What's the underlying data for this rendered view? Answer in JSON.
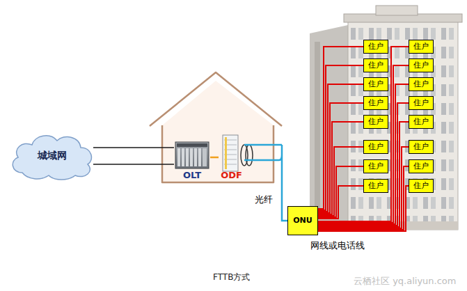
{
  "diagram": {
    "caption": "FTTB方式",
    "nodes": [
      {
        "text": [
          "城域网"
        ]
      },
      {
        "text": [
          "OLT"
        ]
      },
      {
        "text": [
          "ODF"
        ]
      },
      {
        "text": [
          "住户"
        ]
      },
      {
        "text": [
          "住户"
        ]
      },
      {
        "text": [
          "住户"
        ]
      },
      {
        "text": [
          "住户"
        ]
      },
      {
        "text": [
          "住户"
        ]
      },
      {
        "text": [
          "住户"
        ]
      },
      {
        "text": [
          "住户"
        ]
      },
      {
        "text": [
          "住户"
        ]
      },
      {
        "text": [
          "住户"
        ]
      },
      {
        "text": [
          "住户"
        ]
      },
      {
        "text": [
          "住户"
        ]
      },
      {
        "text": [
          "住户"
        ]
      },
      {
        "text": [
          "住户"
        ]
      },
      {
        "text": [
          "住户"
        ]
      },
      {
        "text": [
          "住户"
        ]
      },
      {
        "text": [
          "住户"
        ]
      },
      {
        "text": [
          "ONU"
        ]
      }
    ],
    "edges": [
      {
        "from": 0,
        "to": 1,
        "arrow": "none"
      },
      {
        "from": 1,
        "to": 2,
        "arrow": "none"
      },
      {
        "from": 2,
        "to": 19,
        "arrow": "none"
      },
      {
        "from": 19,
        "to": 3,
        "arrow": "none"
      },
      {
        "from": 19,
        "to": 4,
        "arrow": "none"
      },
      {
        "from": 19,
        "to": 5,
        "arrow": "none"
      },
      {
        "from": 19,
        "to": 6,
        "arrow": "none"
      },
      {
        "from": 19,
        "to": 7,
        "arrow": "none"
      },
      {
        "from": 19,
        "to": 8,
        "arrow": "none"
      },
      {
        "from": 19,
        "to": 9,
        "arrow": "none"
      },
      {
        "from": 19,
        "to": 10,
        "arrow": "none"
      },
      {
        "from": 19,
        "to": 11,
        "arrow": "none"
      },
      {
        "from": 19,
        "to": 12,
        "arrow": "none"
      },
      {
        "from": 19,
        "to": 13,
        "arrow": "none"
      },
      {
        "from": 19,
        "to": 14,
        "arrow": "none"
      },
      {
        "from": 19,
        "to": 15,
        "arrow": "none"
      },
      {
        "from": 19,
        "to": 16,
        "arrow": "none"
      },
      {
        "from": 19,
        "to": 17,
        "arrow": "none"
      },
      {
        "from": 19,
        "to": 18,
        "arrow": "none"
      }
    ],
    "labels": [
      "光纤",
      "网线或电话线",
      "云栖社区 yq.aliyun.com"
    ]
  }
}
